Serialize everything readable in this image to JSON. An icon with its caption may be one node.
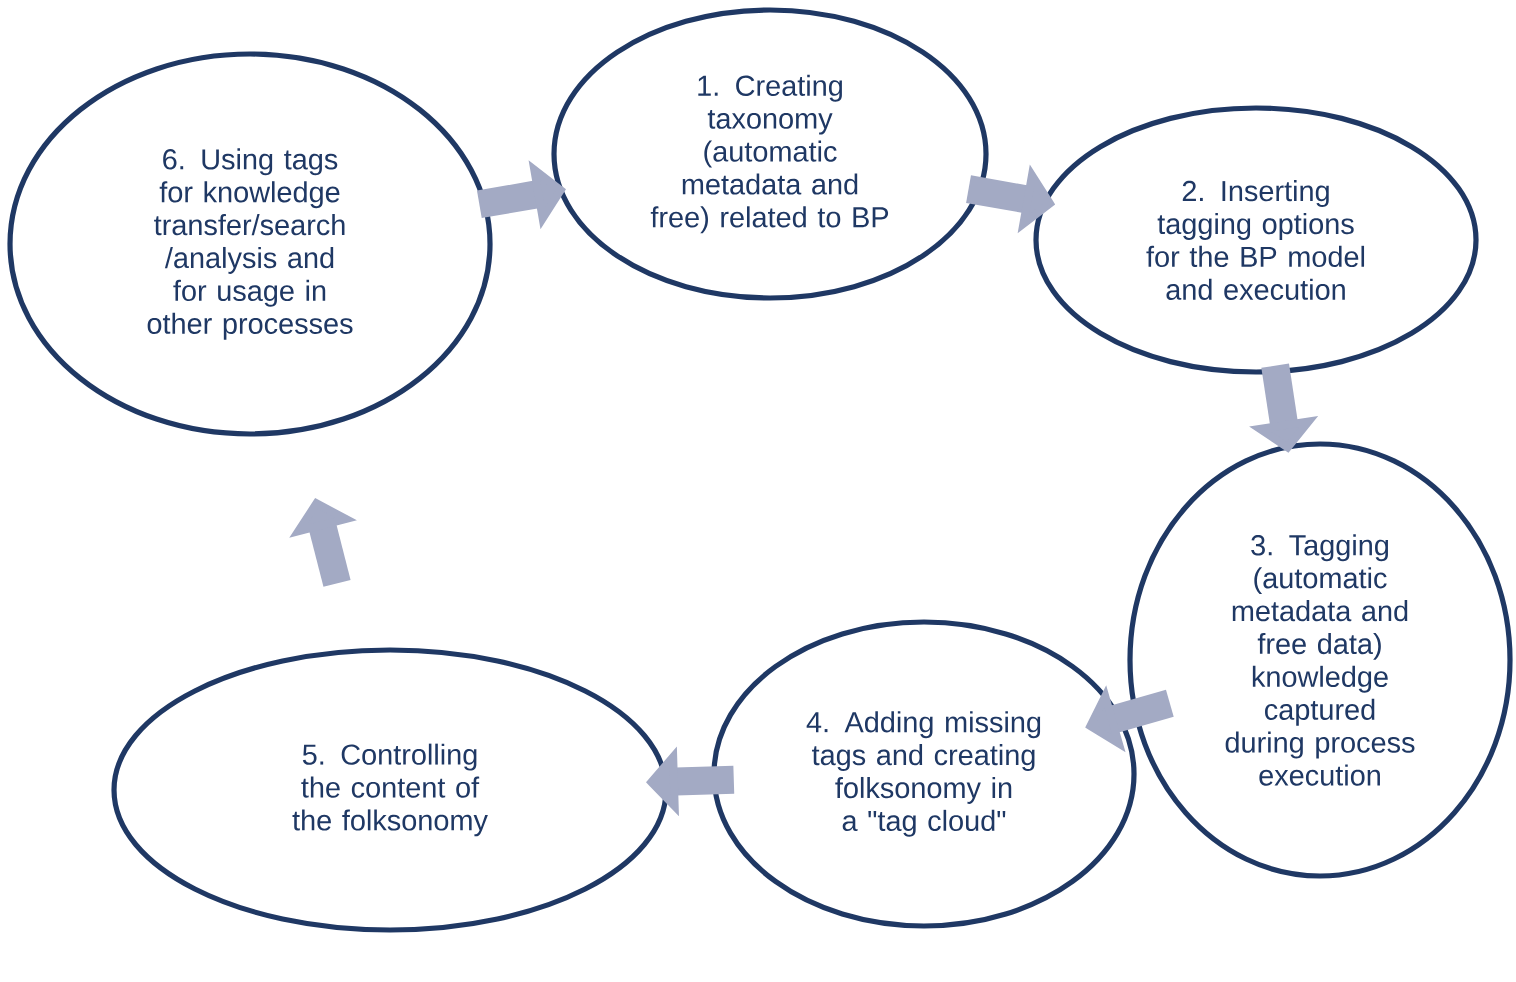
{
  "diagram": {
    "nodes": [
      {
        "text": [
          "1. Creating taxonomy (automatic metadata and free) related to BP"
        ]
      },
      {
        "text": [
          "2. Inserting tagging options for the BP model and execution"
        ]
      },
      {
        "text": [
          "3. Tagging (automatic metadata and free data) knowledge captured during process execution"
        ]
      },
      {
        "text": [
          "4. Adding missing tags and creating folksonomy in a \"tag cloud\""
        ]
      },
      {
        "text": [
          "5. Controlling the content of the folksonomy"
        ]
      },
      {
        "text": [
          "6. Using tags for knowledge transfer/search /analysis and for usage in other processes"
        ]
      }
    ],
    "edges": [
      {
        "from": 5,
        "to": 0,
        "arrow": "to"
      },
      {
        "from": 0,
        "to": 1,
        "arrow": "to"
      },
      {
        "from": 1,
        "to": 2,
        "arrow": "to"
      },
      {
        "from": 2,
        "to": 3,
        "arrow": "to"
      },
      {
        "from": 3,
        "to": 4,
        "arrow": "to"
      },
      {
        "from": 4,
        "to": 5,
        "arrow": "to"
      }
    ]
  }
}
